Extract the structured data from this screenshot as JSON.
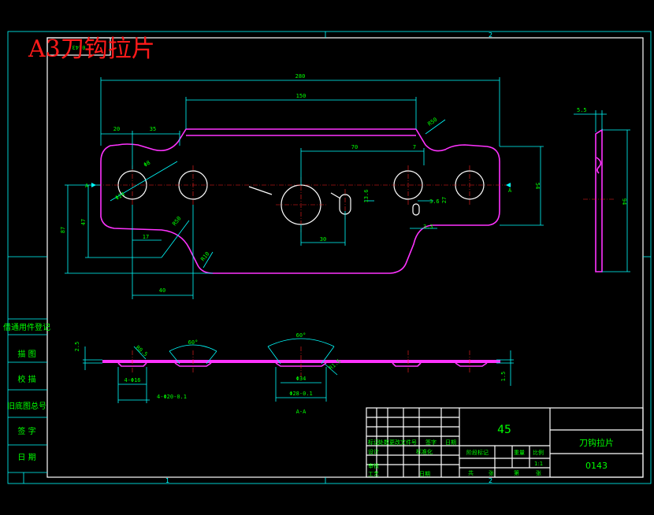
{
  "drawing": {
    "title_stamp": "A3刀钩拉片",
    "mirrored_code": "0143",
    "zone_numbers": {
      "col1": "1",
      "col2": "2"
    },
    "section_label": "A-A",
    "view_markers": {
      "left": "A",
      "right": "A"
    }
  },
  "dimensions": {
    "overall_length": "280",
    "top_flat": "150",
    "d20": "20",
    "d35": "35",
    "r_top": "R50",
    "d70": "70",
    "d7": "7",
    "small_slot": "Φ8",
    "hole_dia": "Φ24",
    "d13_6": "13.6",
    "d3_6": "3.6",
    "d27": "27",
    "d3_3": "3.3",
    "d30": "30",
    "d54": "54",
    "d87": "87",
    "d47": "47",
    "d17": "17",
    "r_left": "R50",
    "r10": "R10",
    "d40": "40",
    "side_5_5": "5.5",
    "side_height": "94",
    "angle_1": "60°",
    "angle_2": "60°",
    "sec_2_5": "2.5",
    "sec_r0_5": "R0.5",
    "sec_4_phi16": "4-Φ16",
    "sec_4_phi20": "4-Φ20-0.1",
    "sec_phi34": "Φ34",
    "sec_phi28": "Φ28-0.1",
    "sec_r1_5": "R1.5",
    "sec_1_5": "1.5"
  },
  "left_panel": {
    "items": [
      "借通用件登记",
      "描 图",
      "校 描",
      "旧底图总号",
      "签 字",
      "日 期"
    ]
  },
  "title_block": {
    "material": "45",
    "part_name": "刀钩拉片",
    "part_code": "0143",
    "scale": "1:1",
    "row_labels": [
      "标记",
      "处数",
      "更改文件号",
      "签字",
      "日期"
    ],
    "row_labels_2": [
      "设计",
      "标准化"
    ],
    "row_labels_3": [
      "审核",
      "工艺",
      "日期"
    ],
    "stage_labels": [
      "阶段标记",
      "重量",
      "比例"
    ],
    "sheet_labels": [
      "共",
      "张",
      "第",
      "张"
    ]
  }
}
